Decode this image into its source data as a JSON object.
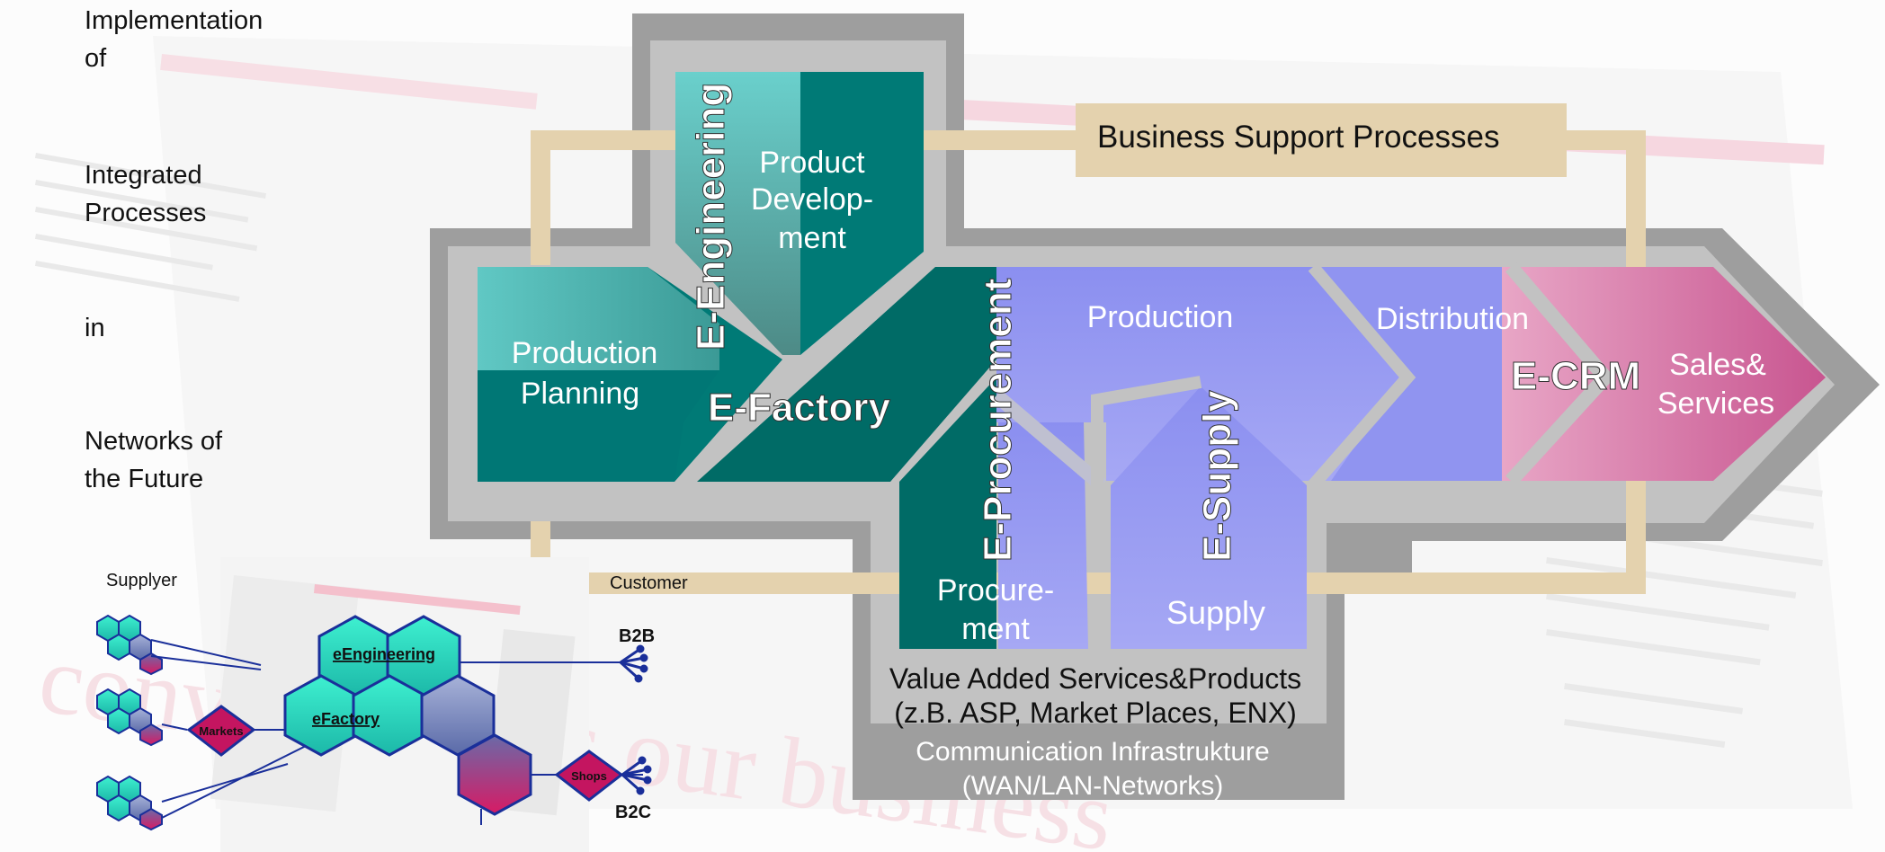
{
  "title": {
    "line1": "Implementation",
    "line2": "of",
    "line3": "Integrated",
    "line4": "Processes",
    "line5": "in",
    "line6": "Networks of",
    "line7": "the Future"
  },
  "labels": {
    "business_support": "Business Support Processes",
    "product_dev_1": "Product",
    "product_dev_2": "Develop-",
    "product_dev_3": "ment",
    "e_engineering": "E-Engineering",
    "prod_planning_1": "Production",
    "prod_planning_2": "Planning",
    "e_factory": "E-Factory",
    "e_procurement": "E-Procurement",
    "production": "Production",
    "distribution": "Distribution",
    "e_supply": "E-Supply",
    "e_crm": "E-CRM",
    "sales_1": "Sales&",
    "sales_2": "Services",
    "procurement_1": "Procure-",
    "procurement_2": "ment",
    "supply": "Supply",
    "vas_1": "Value Added Services&Products",
    "vas_2": "(z.B. ASP, Market Places, ENX)",
    "comm_1": "Communication Infrastrukture",
    "comm_2": "(WAN/LAN-Networks)",
    "customer": "Customer"
  },
  "network": {
    "supplyer": "Supplyer",
    "e_engineering": "eEngineering",
    "e_factory": "eFactory",
    "markets": "Markets",
    "shops": "Shops",
    "b2b": "B2B",
    "b2c": "B2C"
  },
  "colors": {
    "teal_dark": "#006e68",
    "teal": "#007b78",
    "teal_light": "#5cc6c4",
    "lavender": "#9a9cf2",
    "pink": "#d0679c",
    "gray_frame": "#a0a0a0",
    "beige": "#e6d5b0",
    "navy": "#1a2f9a",
    "magenta": "#c41560",
    "cyan_hex": "#2de0c0"
  }
}
